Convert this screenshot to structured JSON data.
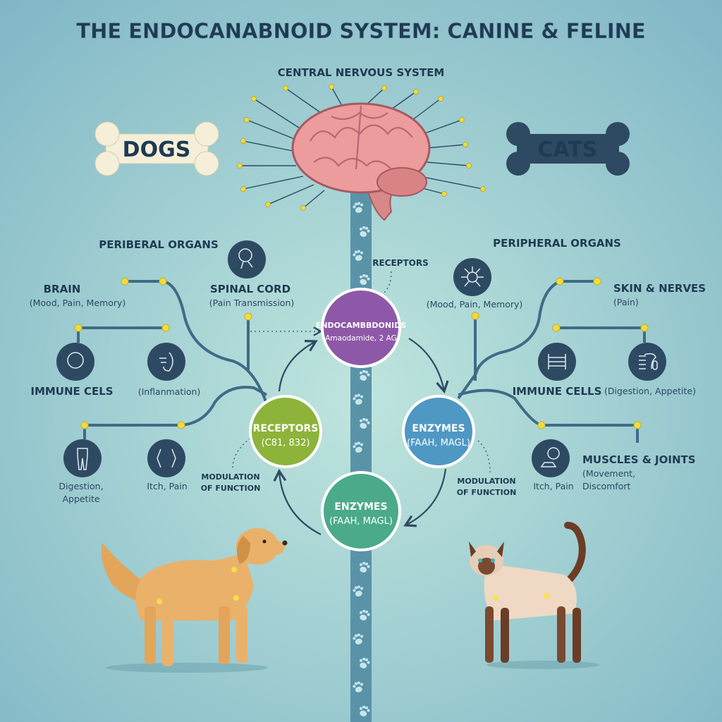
{
  "title": "THE ENDOCANABNOID SYSTEM: CANINE & FELINE",
  "cns_label": "CENTRAL NERVOUS SYSTEM",
  "colors": {
    "background": "#9fd0d4",
    "navy": "#2e4a63",
    "receptors": "#8db33a",
    "endocannabinoids": "#8e58a8",
    "enzymes_right": "#4f98c4",
    "enzymes_bottom": "#4aaa8a",
    "node": "#f2dc3c"
  },
  "dogs": {
    "label": "DOGS",
    "section_title": "PERIBERAL ORGANS",
    "items": [
      {
        "title": "BRAIN",
        "sub": "(Mood, Pain, Memory)"
      },
      {
        "title": "SPINAL CORD",
        "sub": "(Pain Transmission)",
        "icon": "spinal-cord-icon"
      },
      {
        "title": "IMMUNE CELS",
        "icon": "immune-cell-icon"
      },
      {
        "sub": "(Inflanmation)",
        "icon": "gut-icon"
      },
      {
        "sub1": "Digestion,",
        "sub2": "Appetite",
        "icon": "body-icon"
      },
      {
        "sub": "Itch, Pain",
        "icon": "joint-icon"
      }
    ]
  },
  "cats": {
    "label": "CATS",
    "section_title": "PERIPHERAL ORGANS",
    "items": [
      {
        "sub": "(Mood, Pain, Memory)",
        "icon": "neuron-icon"
      },
      {
        "title": "SKIN & NERVES",
        "sub": "(Pain)"
      },
      {
        "title": "IMMUNE CELLS",
        "icon": "immune-rack-icon"
      },
      {
        "sub": "(Digestion, Appetite)",
        "icon": "stomach-icon"
      },
      {
        "sub": "Itch, Pain",
        "icon": "skin-icon"
      },
      {
        "title": "MUSCLES & JOINTS",
        "sub1": "(Movement,",
        "sub2": "Discomfort"
      }
    ]
  },
  "cycle": {
    "receptors_top_label": "RECEPTORS",
    "endocannabinoids": {
      "title": "ENDOCAMBBDONIDS",
      "sub": "(Amaodamide, 2 AG)"
    },
    "receptors": {
      "title": "RECEPTORS",
      "sub": "(C81, 832)"
    },
    "enzymes_right": {
      "title": "ENZYMES",
      "sub": "(FAAH, MAGL)"
    },
    "enzymes_bottom": {
      "title": "ENZYMES",
      "sub": "(FAAH, MAGL)"
    },
    "modulation_left": [
      "MODULATION",
      "OF FUNCTION"
    ],
    "modulation_right": [
      "MODULATION",
      "OF FUNCTION"
    ]
  }
}
